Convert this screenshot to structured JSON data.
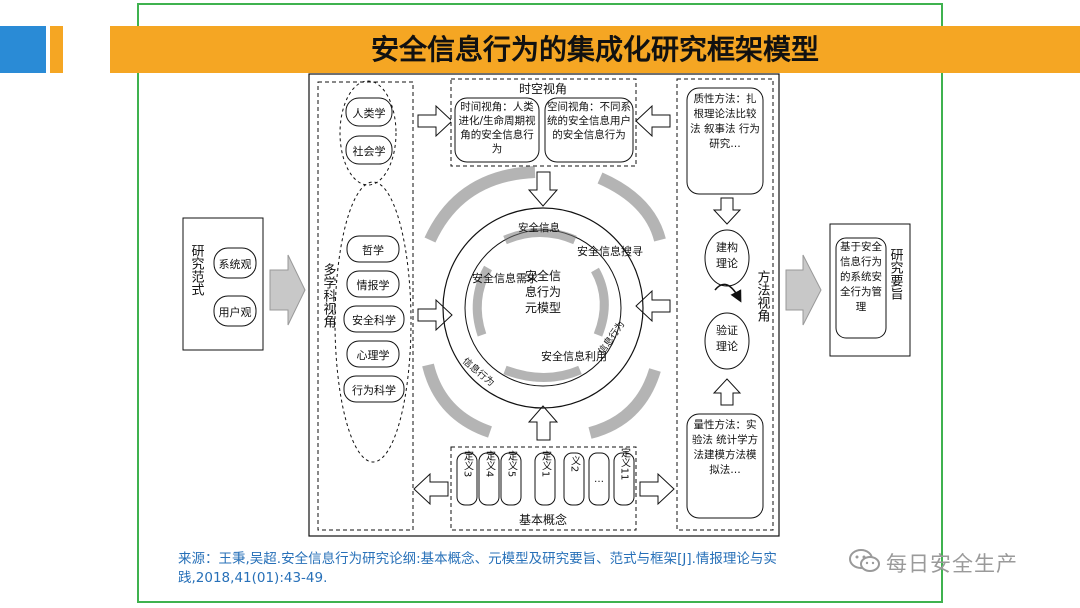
{
  "title": "安全信息行为的集成化研究框架模型",
  "colors": {
    "frame_border": "#3fb24f",
    "header_orange": "#f5a623",
    "header_blue": "#2a8bd6",
    "citation_blue": "#2770b8",
    "arrow_gray": "#bdbdbd"
  },
  "research_paradigm": {
    "label": "研究范式",
    "items": [
      "系统观",
      "用户观"
    ]
  },
  "multidisciplinary": {
    "label": "多学科视角",
    "top_group": [
      "人类学",
      "社会学"
    ],
    "bottom_group": [
      "哲学",
      "情报学",
      "安全科学",
      "心理学",
      "行为科学"
    ]
  },
  "spatiotemporal": {
    "label": "时空视角",
    "time": "时间视角：人类进化/生命周期视角的安全信息行为",
    "space": "空间视角：不同系统的安全信息用户的安全信息行为"
  },
  "core": {
    "center": "安全信息行为元模型",
    "ring_outer": [
      "安全信息",
      "安全信息需求",
      "安全信息搜寻",
      "安全信息利用"
    ],
    "inner_arc_left": "安全信息",
    "side_arc_left": "信息行为",
    "side_arc_right": "信息行为"
  },
  "basic_concepts": {
    "label": "基本概念",
    "items": [
      "定义3",
      "定义4",
      "定义5",
      "定义1",
      "义2",
      "…",
      "定义11"
    ]
  },
  "methods": {
    "label": "方法视角",
    "qualitative": "质性方法：扎根理论法比较法 叙事法 行为研究…",
    "build": "建构理论",
    "verify": "验证理论",
    "quantitative": "量性方法：实验法 统计学方法建模方法模拟法…"
  },
  "research_purpose": {
    "label": "研究要旨",
    "content": "基于安全信息行为的系统安全行为管理"
  },
  "citation": "来源：王秉,吴超.安全信息行为研究论纲:基本概念、元模型及研究要旨、范式与框架[J].情报理论与实践,2018,41(01):43-49.",
  "watermark": "每日安全生产"
}
